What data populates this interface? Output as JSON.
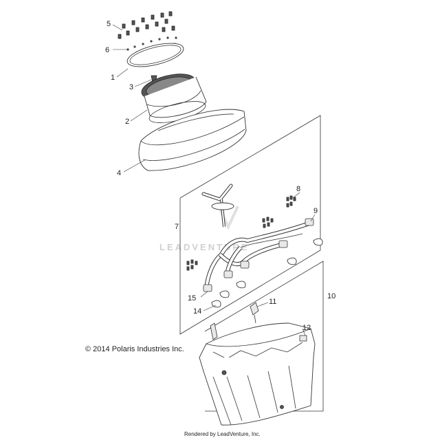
{
  "copyright": "© 2014 Polaris Industries Inc.",
  "rendered_by": "Rendered by LeadVenture, Inc.",
  "watermark": "LEADVENTURE",
  "callouts": {
    "c1": "1",
    "c2": "2",
    "c3": "3",
    "c4": "4",
    "c5": "5",
    "c6": "6",
    "c7": "7",
    "c8": "8",
    "c9": "9",
    "c10": "10",
    "c11": "11",
    "c12": "12",
    "c14": "14",
    "c15": "15"
  }
}
